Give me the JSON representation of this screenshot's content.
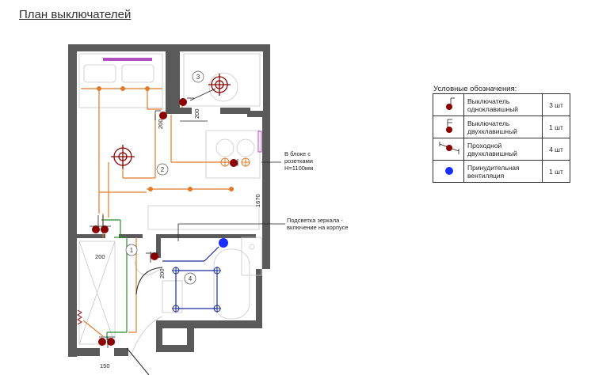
{
  "title": "План выключателей",
  "legend": {
    "title": "Условные обозначения:",
    "items": [
      {
        "line1": "Выключатель",
        "line2": "одноклавишный",
        "qty": "3 шт",
        "symbol": "single-switch",
        "color": "#8b0000"
      },
      {
        "line1": "Выключатель",
        "line2": "двухклавишный",
        "qty": "1 шт",
        "symbol": "double-switch",
        "color": "#8b0000"
      },
      {
        "line1": "Проходной",
        "line2": "двухклавишный",
        "qty": "4 шт",
        "symbol": "pass-switch",
        "color": "#8b0000"
      },
      {
        "line1": "Принудительная",
        "line2": "вентиляция",
        "qty": "1 шт",
        "symbol": "ventilation",
        "color": "#1a2cff"
      }
    ]
  },
  "annotations": {
    "socket_block_1": "В блоке с",
    "socket_block_2": "розетками",
    "socket_block_3": "Н=1100мм",
    "mirror_1": "Подсветка зеркала -",
    "mirror_2": "включение на корпусе"
  },
  "dimensions": {
    "d200_a": "200",
    "d200_b": "200",
    "d200_c": "200",
    "d200_d": "200",
    "d1670": "1670",
    "d150": "150"
  },
  "zones": {
    "z1": "1",
    "z2": "2",
    "z3": "3",
    "z4": "4"
  },
  "colors": {
    "wall": "#5a5a5a",
    "switch": "#8b0000",
    "zone1_line": "#2e8b2e",
    "zone2_line": "#e07b2a",
    "zone4_line": "#1a2c9c",
    "ventilation": "#1a2cff",
    "furniture": "#c8c8c8"
  }
}
